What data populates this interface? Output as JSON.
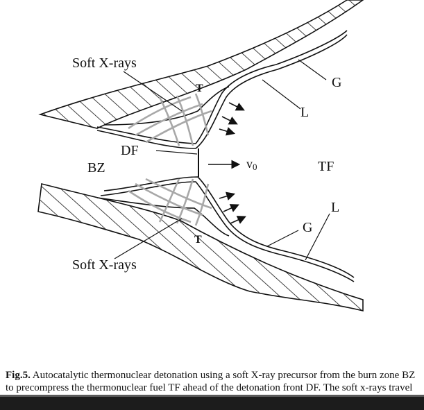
{
  "diagram": {
    "labels": {
      "soft_xrays_top": "Soft X-rays",
      "soft_xrays_bottom": "Soft X-rays",
      "g_top": "G",
      "g_bottom": "G",
      "l_top": "L",
      "l_bottom": "L",
      "t_top": "T",
      "t_bottom": "T",
      "df": "DF",
      "bz": "BZ",
      "tf": "TF",
      "v0": "v",
      "v0_sub": "0"
    },
    "colors": {
      "ink": "#111111",
      "xray_mesh": "#a8a8a8"
    }
  },
  "caption": {
    "fig_label": "Fig.5.",
    "text": " Autocatalytic thermonuclear detonation using a soft X-ray precursor from the burn zone  BZ to precompress the  thermonuclear fuel TF ahead of the detonation front DF. The soft x-rays  travel through the gap G between the tamp T and the linear L"
  }
}
